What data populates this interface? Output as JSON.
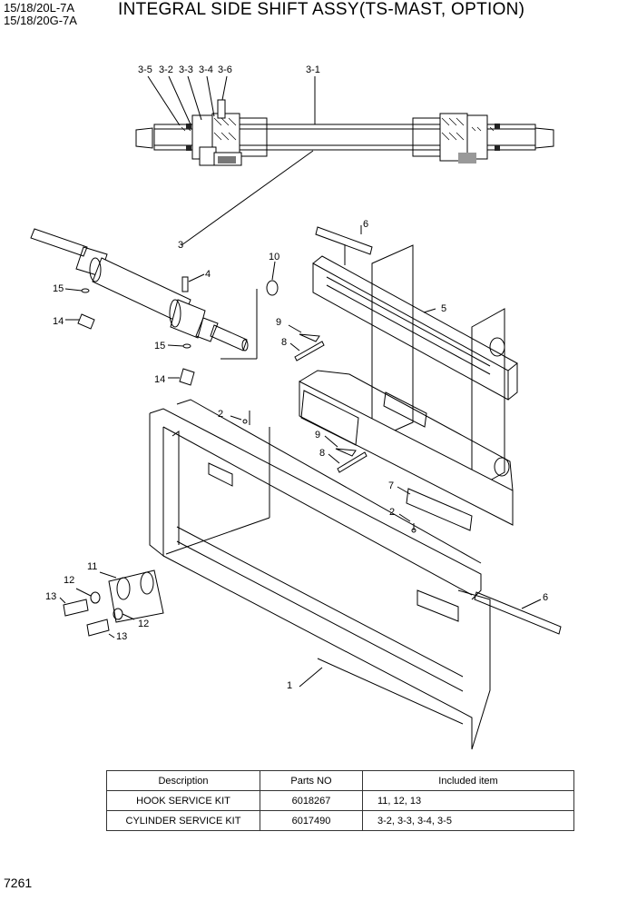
{
  "header": {
    "model_line1": "15/18/20L-7A",
    "model_line2": "15/18/20G-7A",
    "title": "INTEGRAL SIDE SHIFT ASSY(TS-MAST, OPTION)"
  },
  "callouts": {
    "c3_5": "3-5",
    "c3_2": "3-2",
    "c3_3": "3-3",
    "c3_4": "3-4",
    "c3_6": "3-6",
    "c3_1": "3-1",
    "c3": "3",
    "c6a": "6",
    "c10": "10",
    "c4": "4",
    "c15a": "15",
    "c14a": "14",
    "c15b": "15",
    "c14b": "14",
    "c9a": "9",
    "c8a": "8",
    "c5": "5",
    "c2a": "2",
    "c9b": "9",
    "c8b": "8",
    "c7": "7",
    "c2b": "2",
    "c11": "11",
    "c12a": "12",
    "c13a": "13",
    "c12b": "12",
    "c13b": "13",
    "c6b": "6",
    "c1": "1"
  },
  "table": {
    "headers": [
      "Description",
      "Parts NO",
      "Included item"
    ],
    "rows": [
      [
        "HOOK SERVICE KIT",
        "6018267",
        "11, 12, 13"
      ],
      [
        "CYLINDER SERVICE KIT",
        "6017490",
        "3-2, 3-3, 3-4, 3-5"
      ]
    ]
  },
  "footer": {
    "page_number": "7261"
  }
}
